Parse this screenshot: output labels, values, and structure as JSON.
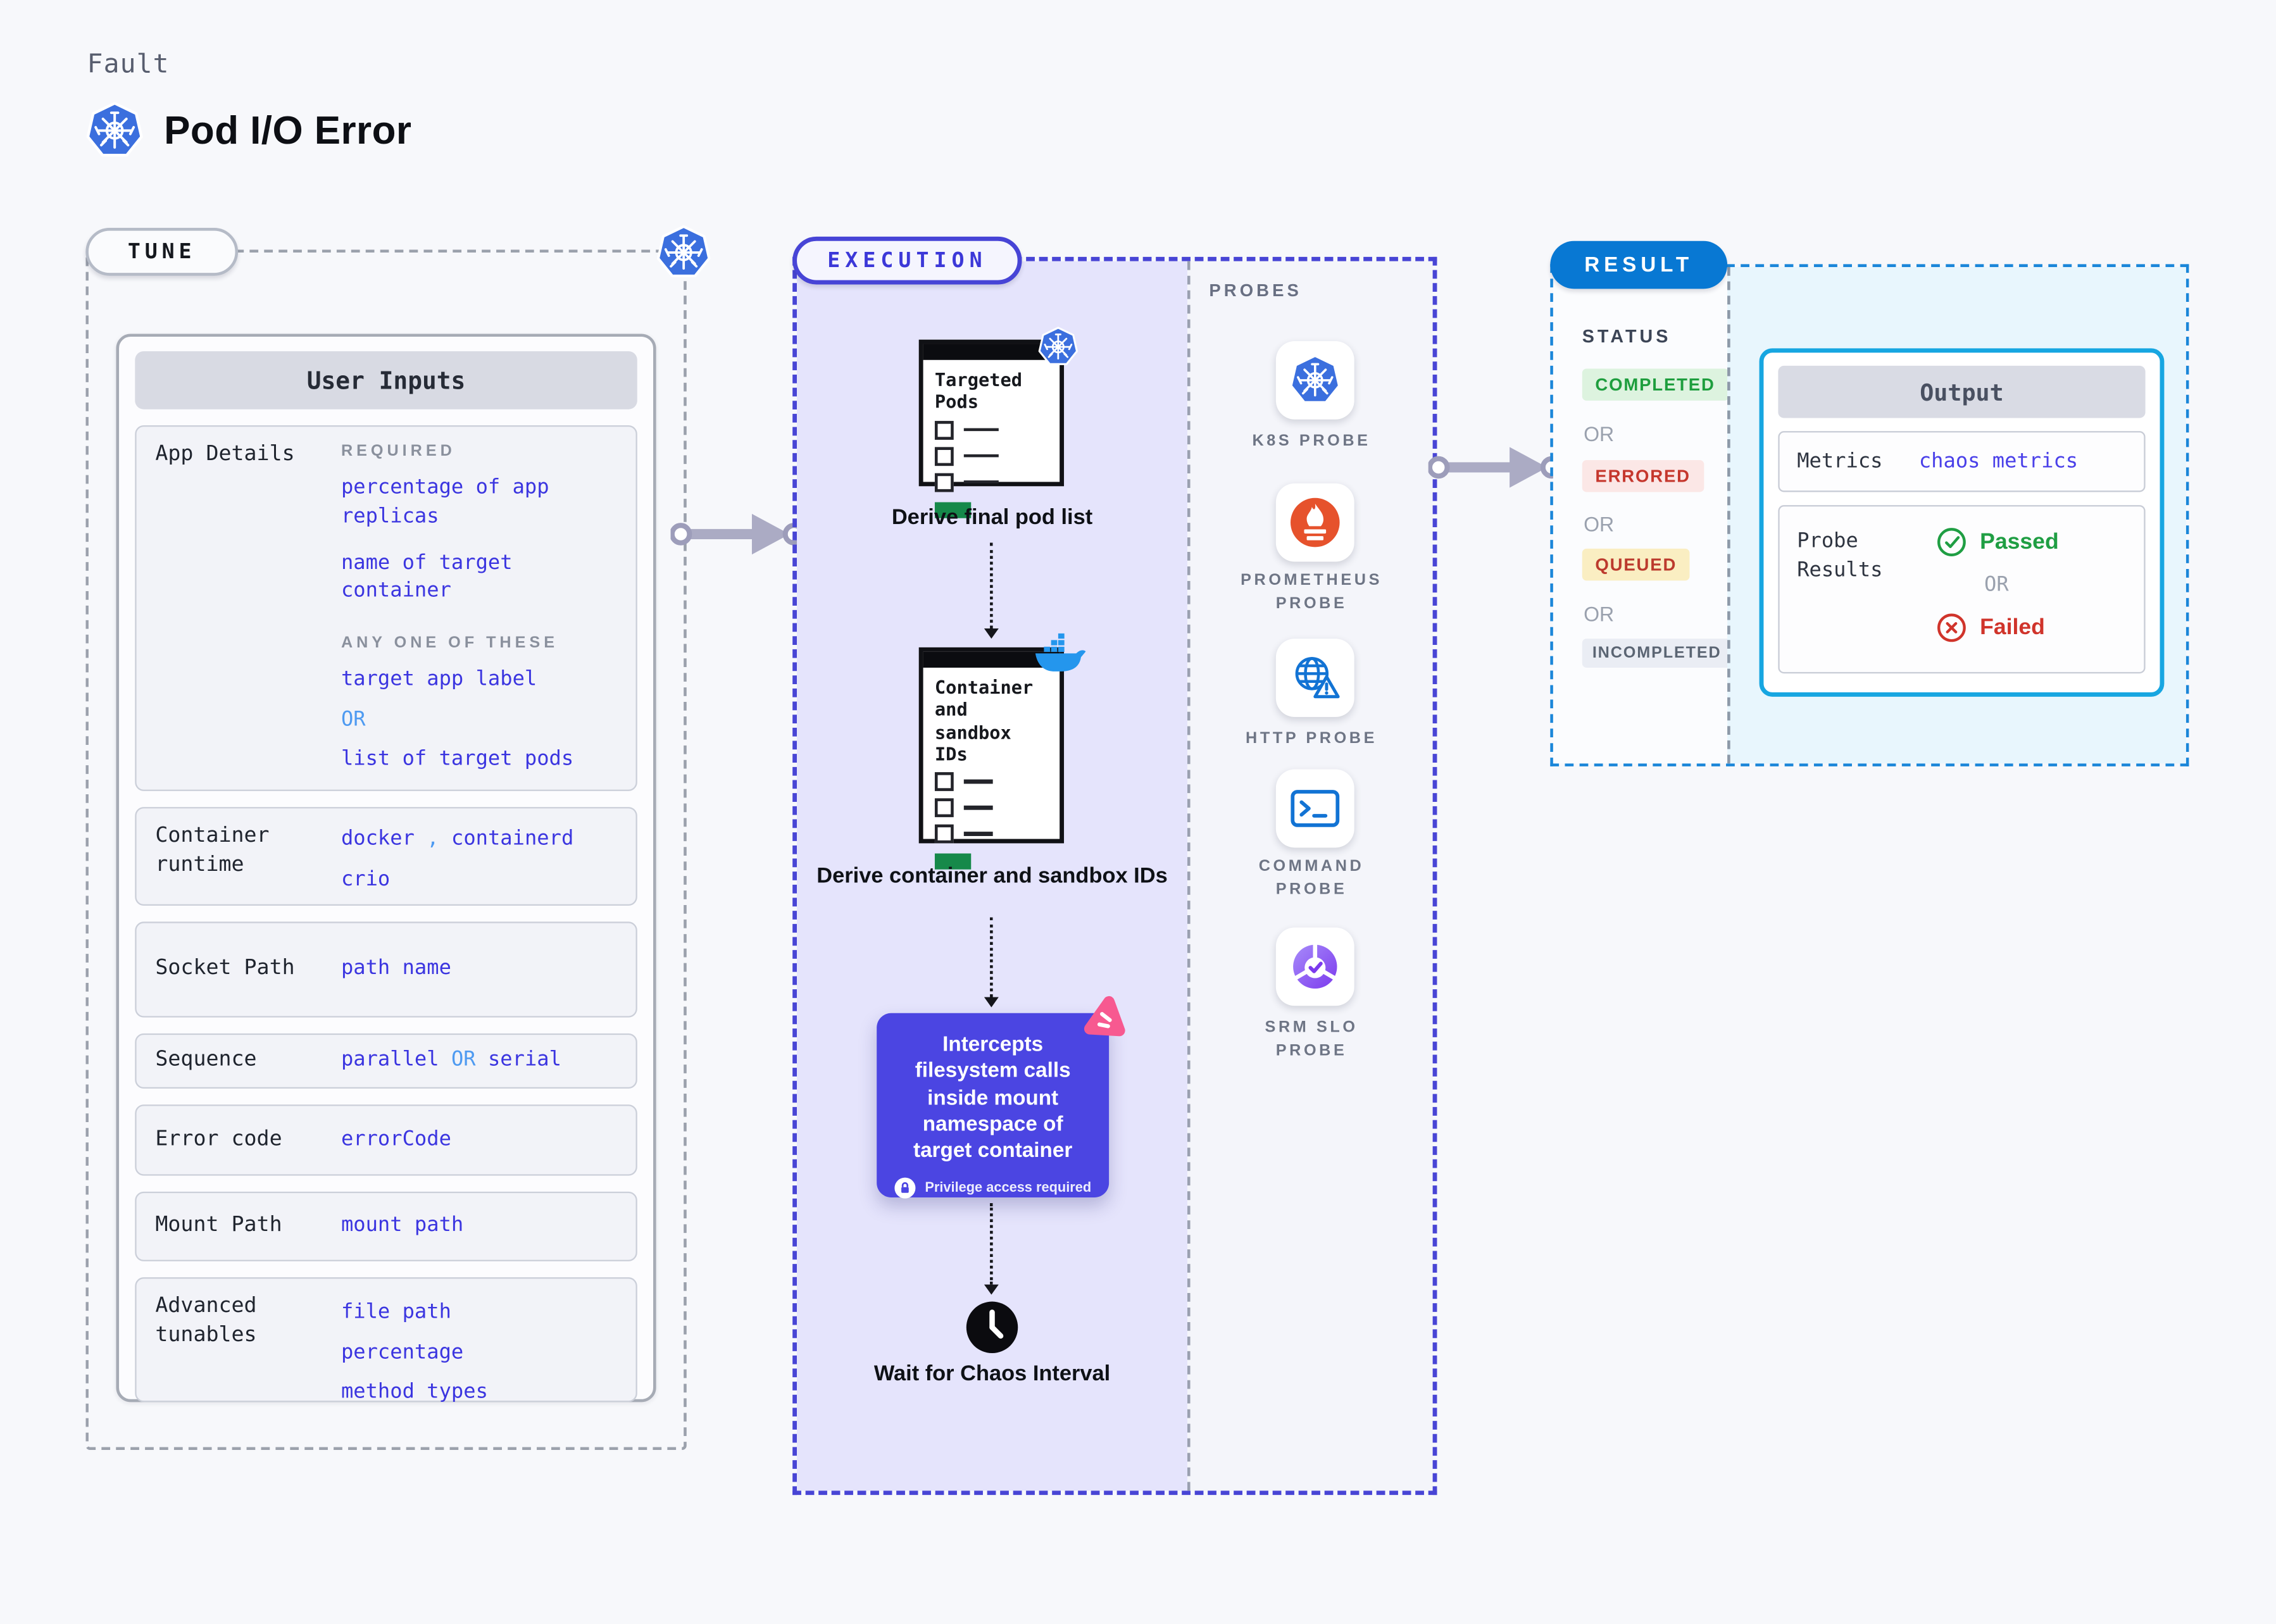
{
  "header": {
    "eyebrow": "Fault",
    "title": "Pod I/O Error",
    "icon": "kubernetes-icon"
  },
  "tune": {
    "pill": "TUNE",
    "card_title": "User Inputs",
    "app_details": {
      "label": "App Details",
      "required_heading": "REQUIRED",
      "required_1": "percentage of app replicas",
      "required_2": "name of target container",
      "any_heading": "ANY ONE OF THESE",
      "option_1": "target app label",
      "or": "OR",
      "option_2": "list of target pods"
    },
    "container_runtime": {
      "label": "Container runtime",
      "value_1": "docker",
      "separator": ",",
      "value_2": "containerd",
      "value_3": "crio"
    },
    "socket_path": {
      "label": "Socket Path",
      "value": "path name"
    },
    "sequence": {
      "label": "Sequence",
      "value_1": "parallel",
      "or": "OR",
      "value_2": "serial"
    },
    "error_code": {
      "label": "Error code",
      "value": "errorCode"
    },
    "mount_path": {
      "label": "Mount Path",
      "value": "mount path"
    },
    "advanced_tunables": {
      "label": "Advanced tunables",
      "value_1": "file path",
      "value_2": "percentage",
      "value_3": "method types"
    }
  },
  "execution": {
    "pill": "EXECUTION",
    "doc1_title": "Targeted Pods",
    "doc1_caption": "Derive final pod list",
    "doc2_title": "Container and sandbox IDs",
    "doc2_caption": "Derive container and sandbox IDs",
    "intercept_text": "Intercepts filesystem calls inside mount namespace of target container",
    "privilege_note": "Privilege access required",
    "wait_caption": "Wait for Chaos Interval"
  },
  "probes": {
    "heading": "PROBES",
    "items": [
      {
        "label": "K8S PROBE",
        "icon": "kubernetes-icon"
      },
      {
        "label": "PROMETHEUS PROBE",
        "icon": "prometheus-icon"
      },
      {
        "label": "HTTP PROBE",
        "icon": "globe-alert-icon"
      },
      {
        "label": "COMMAND PROBE",
        "icon": "terminal-icon"
      },
      {
        "label": "SRM SLO PROBE",
        "icon": "slo-donut-icon"
      }
    ]
  },
  "result": {
    "pill": "RESULT",
    "status_heading": "STATUS",
    "or": "OR",
    "statuses": [
      {
        "label": "COMPLETED"
      },
      {
        "label": "ERRORED"
      },
      {
        "label": "QUEUED"
      },
      {
        "label": "INCOMPLETED"
      }
    ],
    "output": {
      "title": "Output",
      "metrics_label": "Metrics",
      "metrics_value": "chaos metrics",
      "probe_results_label": "Probe Results",
      "passed": "Passed",
      "or": "OR",
      "failed": "Failed"
    }
  },
  "colors": {
    "page_bg": "#F7F8FB",
    "accent_indigo": "#4845D5",
    "value_indigo": "#3B35E0",
    "or_light_blue": "#4E9AF1",
    "lavender_bg": "#E5E4FC",
    "purple_card": "#4B45E2",
    "pink_badge": "#F75990",
    "result_blue": "#0878D3",
    "output_border": "#17A6E1",
    "cyan_bg": "#E8F6FD",
    "success_green": "#1F9E43",
    "error_red": "#D0342B",
    "completed_bg": "#DDF3DF",
    "errored_bg": "#FBE7E6",
    "queued_bg": "#FAEEC2",
    "incompleted_bg": "#EAEDF4",
    "k8s_blue": "#3B6FDE",
    "docker_blue": "#2496ED",
    "prometheus_orange": "#E6522C",
    "srm_purple": "#7C3AED",
    "doc_green": "#16894A"
  }
}
